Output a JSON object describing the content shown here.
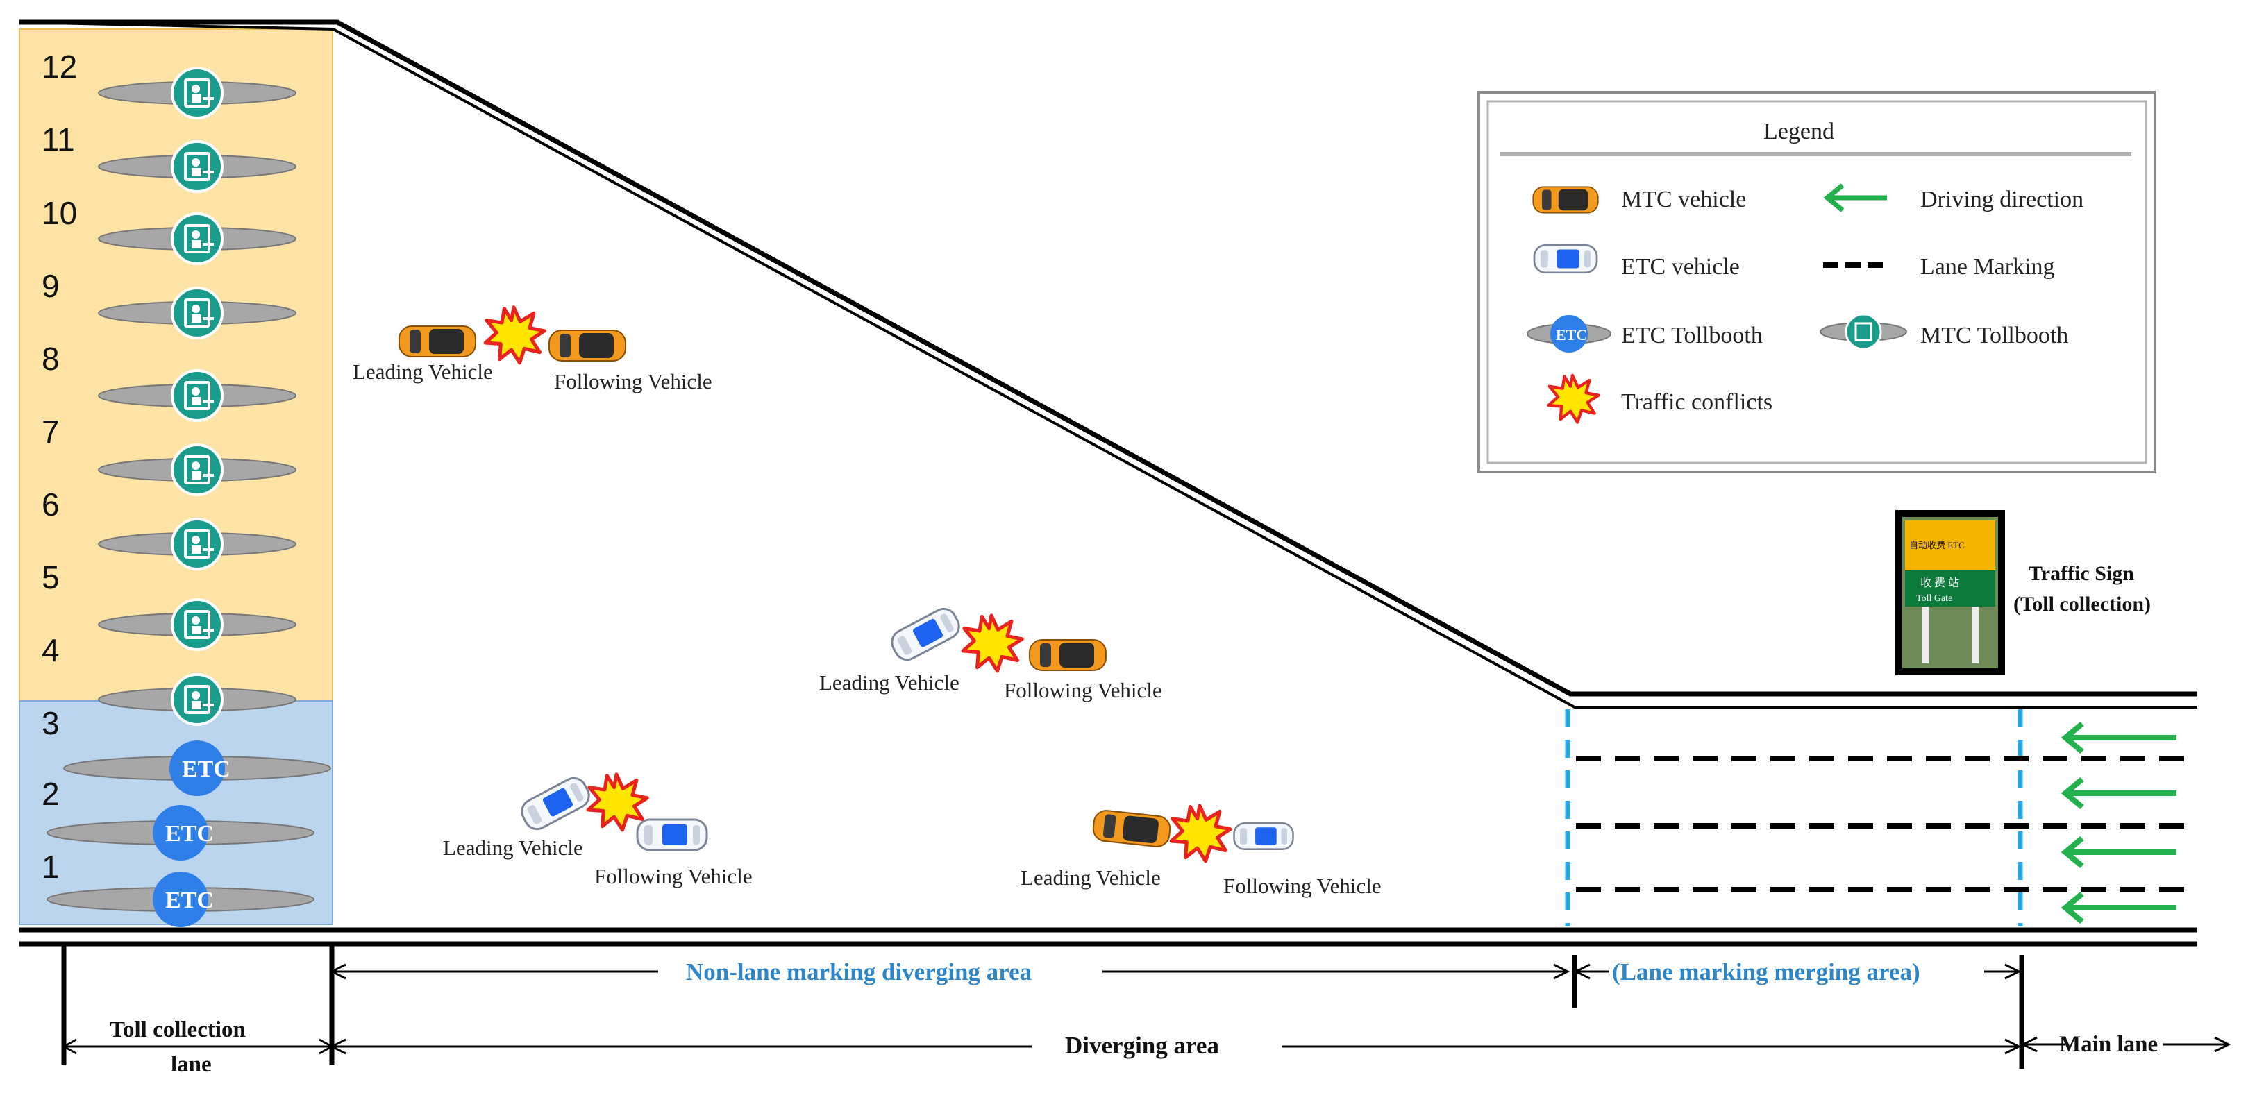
{
  "lane_numbers": [
    "12",
    "11",
    "10",
    "9",
    "8",
    "7",
    "6",
    "5",
    "4",
    "3",
    "2",
    "1"
  ],
  "etc_booth_label": "ETC",
  "legend": {
    "title": "Legend",
    "items": [
      {
        "icon": "mtc-vehicle-icon",
        "label": "MTC vehicle"
      },
      {
        "icon": "driving-direction-arrow-icon",
        "label": "Driving  direction"
      },
      {
        "icon": "etc-vehicle-icon",
        "label": "ETC vehicle"
      },
      {
        "icon": "lane-marking-icon",
        "label": "Lane Marking"
      },
      {
        "icon": "etc-tollbooth-icon",
        "label": "ETC Tollbooth"
      },
      {
        "icon": "mtc-tollbooth-icon",
        "label": "MTC Tollbooth"
      },
      {
        "icon": "traffic-conflict-icon",
        "label": "Traffic  conflicts"
      }
    ]
  },
  "conflict_labels": {
    "leading": "Leading Vehicle",
    "following": "Following Vehicle"
  },
  "traffic_sign": {
    "caption_line1": "Traffic Sign",
    "caption_line2": "(Toll collection)",
    "board_top": "自动收费 ETC",
    "board_bottom": "收 费 站",
    "board_bottom_en": "Toll Gate"
  },
  "areas": {
    "non_lane_marking": "Non-lane marking diverging area",
    "lane_marking": "(Lane marking merging area)",
    "diverging": "Diverging area",
    "toll_collection_line1": "Toll collection",
    "toll_collection_line2": "lane",
    "main_lane": "Main lane"
  },
  "colors": {
    "mtc_zone": "#fde4a6",
    "etc_zone": "#bcd5ee",
    "mtc_booth": "#1a9c8c",
    "etc_booth": "#2f7fe8",
    "mtc_vehicle": "#f39a1e",
    "etc_vehicle_glass": "#1e63f0",
    "arrow": "#22b14c",
    "area_label": "#2e86c9",
    "dashed_boundary": "#29a9e6",
    "conflict_fill": "#ffe600",
    "conflict_stroke": "#e8231d"
  }
}
